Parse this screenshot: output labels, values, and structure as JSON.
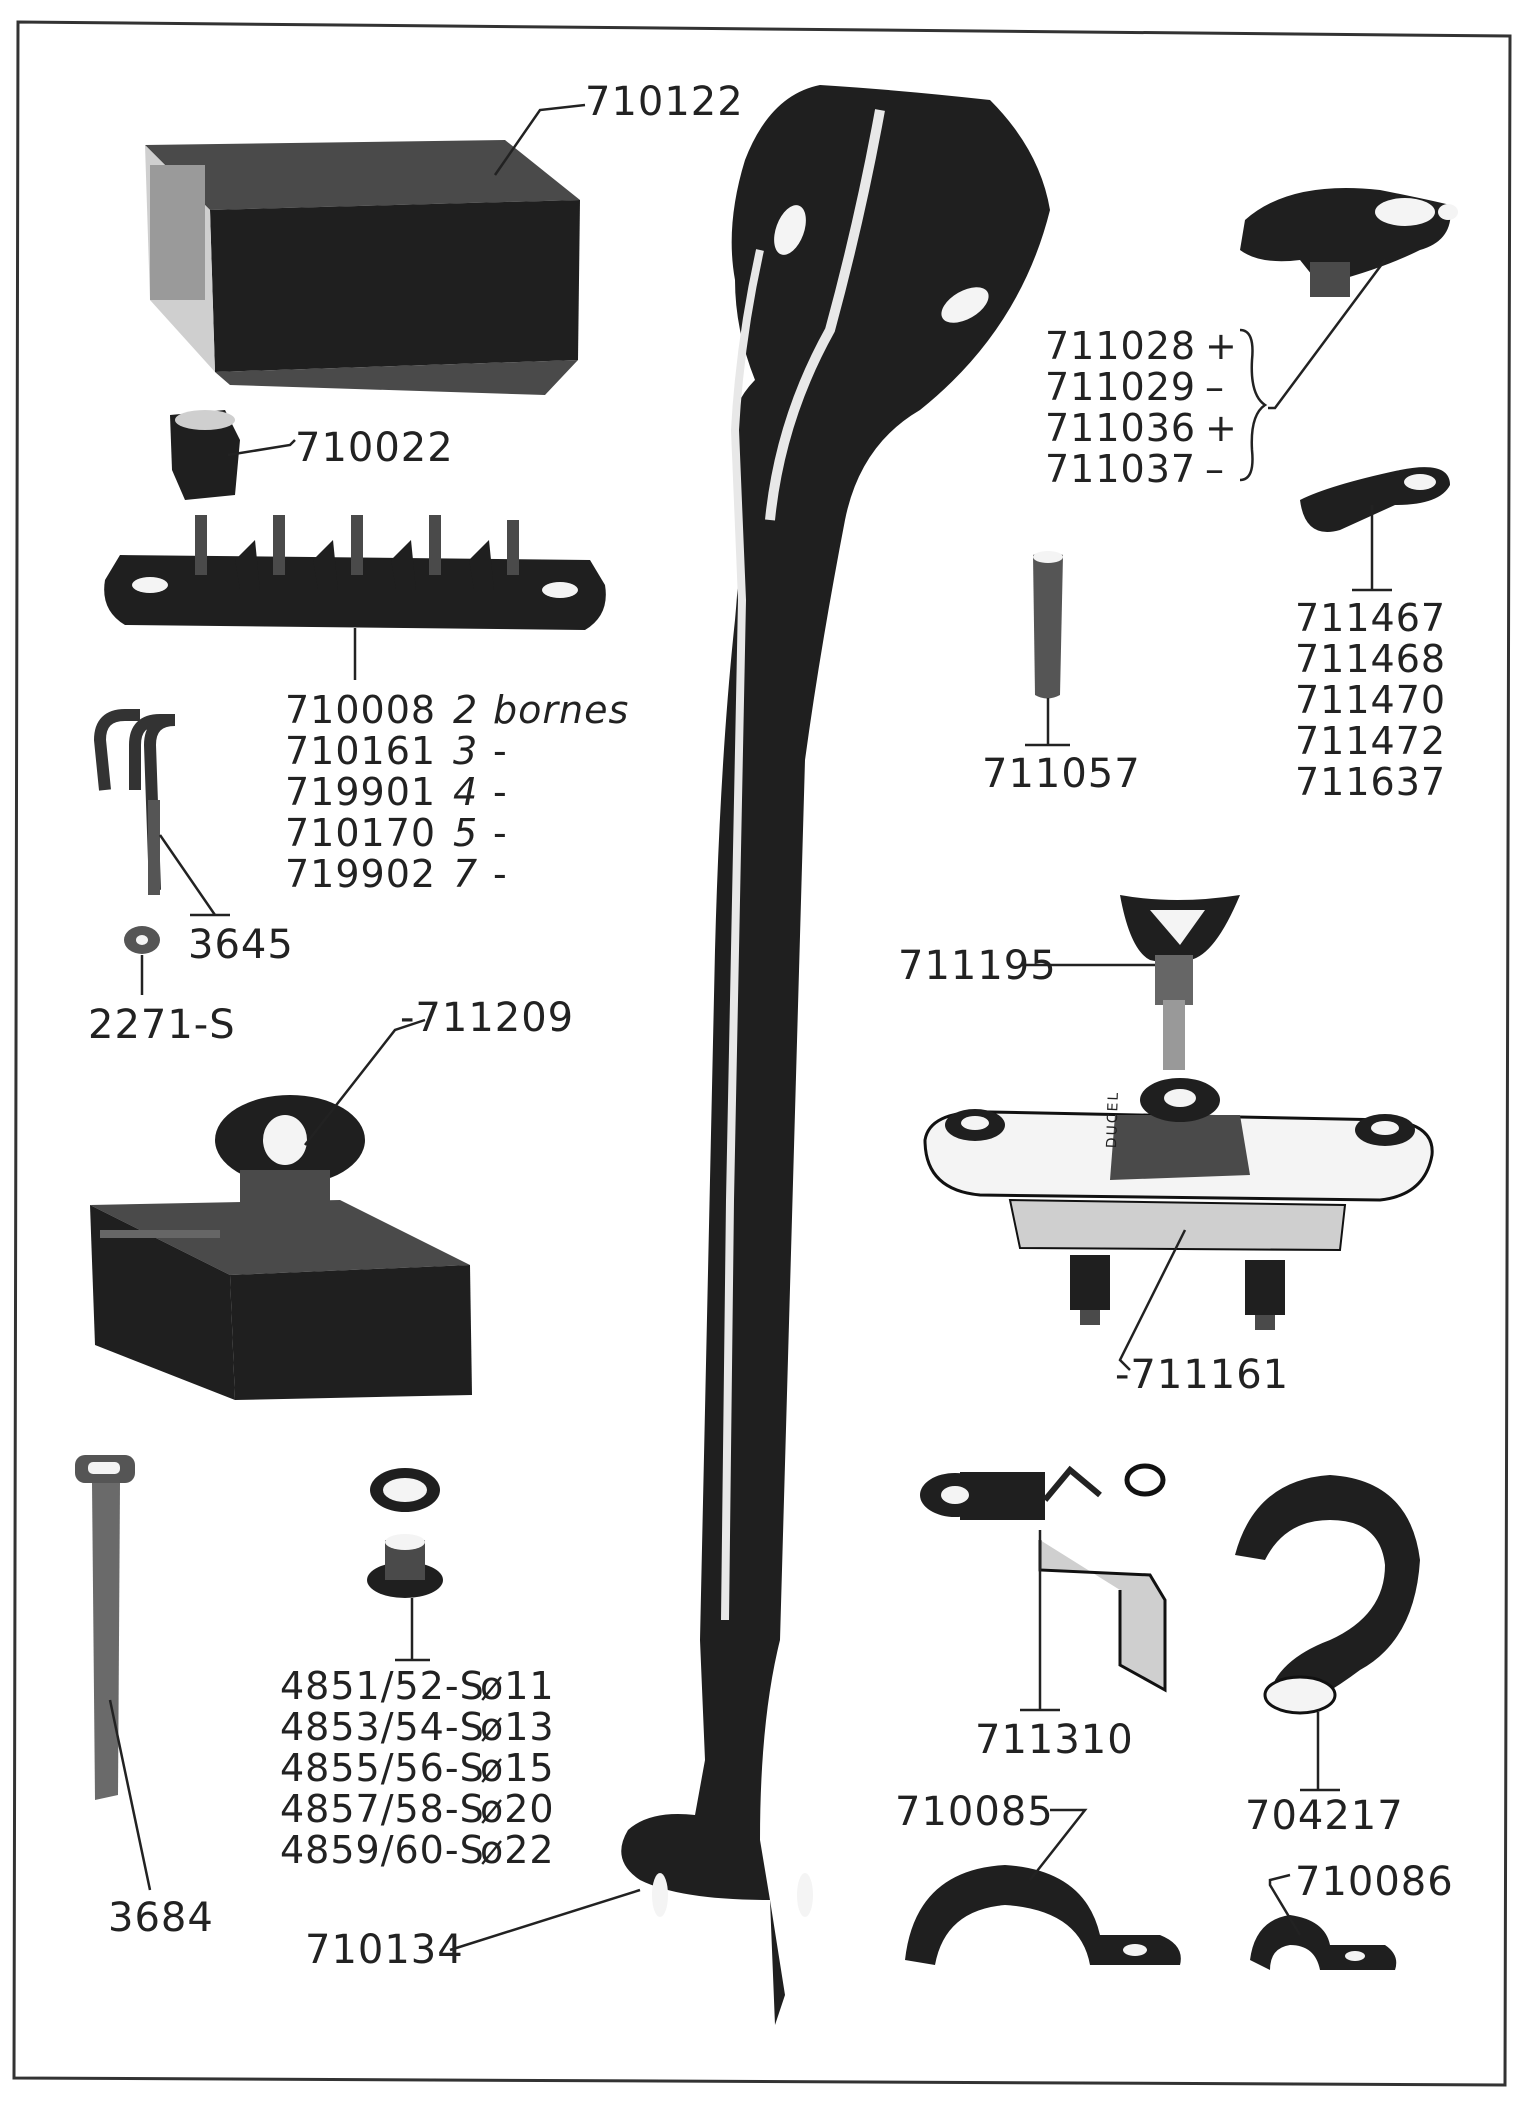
{
  "parts": {
    "p710122": "710122",
    "p710022": "710022",
    "terminal_strip": {
      "rows": [
        {
          "ref": "710008",
          "count": "2",
          "unit": "bornes"
        },
        {
          "ref": "710161",
          "count": "3",
          "unit": "-"
        },
        {
          "ref": "719901",
          "count": "4",
          "unit": "-"
        },
        {
          "ref": "710170",
          "count": "5",
          "unit": "-"
        },
        {
          "ref": "719902",
          "count": "7",
          "unit": "-"
        }
      ]
    },
    "p3645": "3645",
    "p2271s": "2271-S",
    "p711209": "-711209",
    "p3684": "3684",
    "grommets": {
      "rows": [
        {
          "ref": "4851/52-S",
          "dia": "ø11"
        },
        {
          "ref": "4853/54-S",
          "dia": "ø13"
        },
        {
          "ref": "4855/56-S",
          "dia": "ø15"
        },
        {
          "ref": "4857/58-S",
          "dia": "ø20"
        },
        {
          "ref": "4859/60-S",
          "dia": "ø22"
        }
      ]
    },
    "p710134": "710134",
    "battery_clamps": {
      "rows": [
        {
          "ref": "711028",
          "sign": "+"
        },
        {
          "ref": "711029",
          "sign": "–"
        },
        {
          "ref": "711036",
          "sign": "+"
        },
        {
          "ref": "711037",
          "sign": "–"
        }
      ]
    },
    "lugs": [
      "711467",
      "711468",
      "711470",
      "711472",
      "711637"
    ],
    "p711057": "711057",
    "p711195": "711195",
    "p711161": "-711161",
    "switch_brand": "DUCEL",
    "p711310": "711310",
    "p704217": "704217",
    "p710085": "710085",
    "p710086": "710086"
  }
}
